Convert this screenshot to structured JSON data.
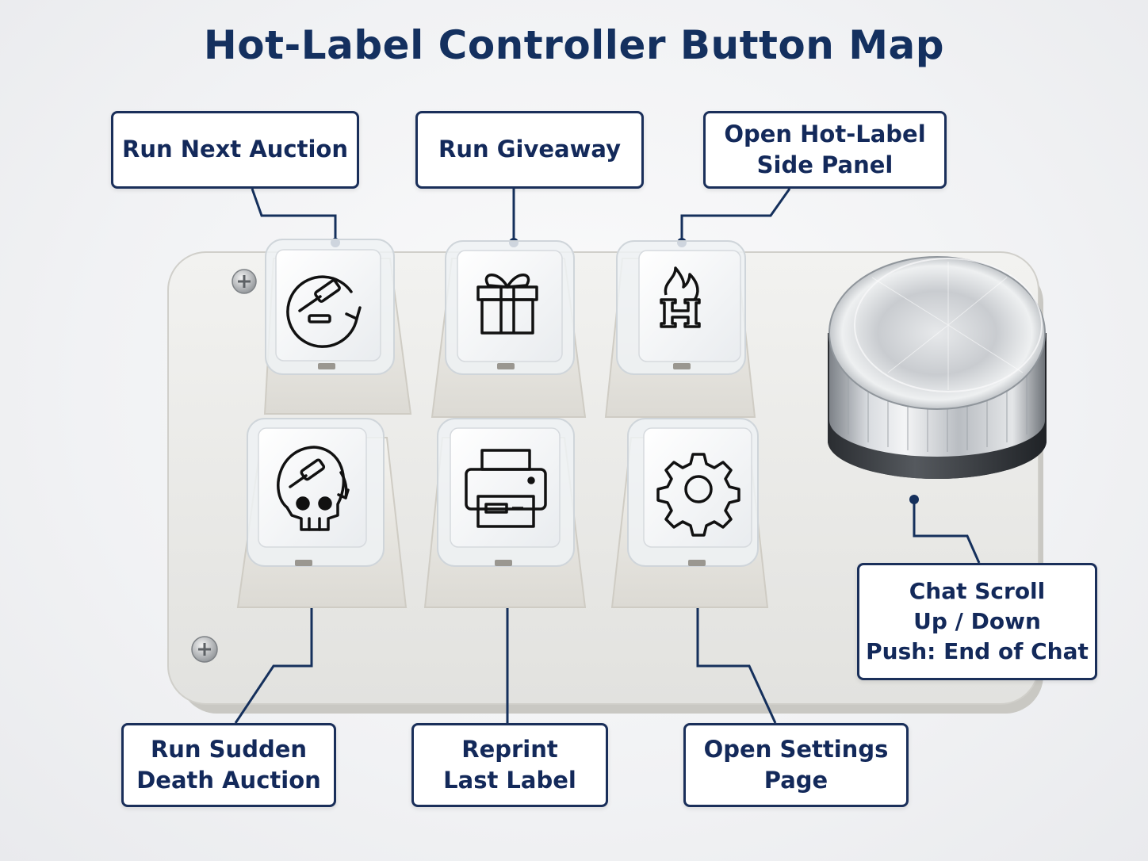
{
  "title": "Hot-Label Controller Button Map",
  "colors": {
    "ink": "#14305f",
    "plate": "#eeeeec",
    "keycap": "#ffffff"
  },
  "keys": [
    {
      "icon": "gavel-auction-icon",
      "label": [
        "Run Next Auction"
      ]
    },
    {
      "icon": "gift-icon",
      "label": [
        "Run Giveaway"
      ]
    },
    {
      "icon": "flaming-h-icon",
      "label": [
        "Open Hot-Label",
        "Side Panel"
      ]
    },
    {
      "icon": "skull-gavel-icon",
      "label": [
        "Run Sudden",
        "Death Auction"
      ]
    },
    {
      "icon": "printer-icon",
      "label": [
        "Reprint",
        "Last Label"
      ]
    },
    {
      "icon": "gear-icon",
      "label": [
        "Open Settings",
        "Page"
      ]
    }
  ],
  "knob": {
    "label": [
      "Chat Scroll",
      "Up / Down",
      "Push: End of Chat"
    ]
  }
}
